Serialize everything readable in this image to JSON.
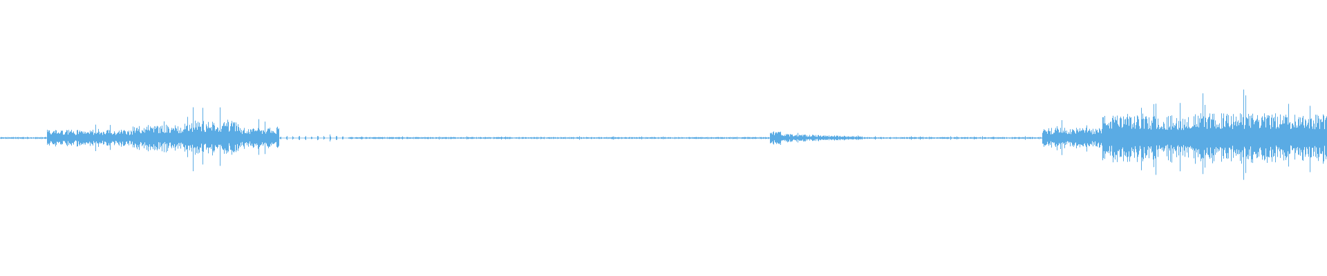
{
  "waveform": {
    "color": "#5aabe4",
    "background": "#ffffff",
    "segments": [
      {
        "from": 0.0,
        "to": 0.035,
        "level": 0.04,
        "kind": "quiet"
      },
      {
        "from": 0.035,
        "to": 0.1,
        "level": 0.2,
        "kind": "noise"
      },
      {
        "from": 0.1,
        "to": 0.14,
        "level": 0.32,
        "kind": "noise"
      },
      {
        "from": 0.14,
        "to": 0.18,
        "level": 0.42,
        "kind": "noise"
      },
      {
        "from": 0.18,
        "to": 0.21,
        "level": 0.25,
        "kind": "noise"
      },
      {
        "from": 0.21,
        "to": 0.262,
        "level": 0.05,
        "kind": "dotted"
      },
      {
        "from": 0.262,
        "to": 0.58,
        "level": 0.04,
        "kind": "quiet"
      },
      {
        "from": 0.58,
        "to": 0.59,
        "level": 0.2,
        "kind": "burst"
      },
      {
        "from": 0.59,
        "to": 0.65,
        "level": 0.1,
        "kind": "decay"
      },
      {
        "from": 0.65,
        "to": 0.785,
        "level": 0.04,
        "kind": "quiet"
      },
      {
        "from": 0.785,
        "to": 0.83,
        "level": 0.25,
        "kind": "noise"
      },
      {
        "from": 0.83,
        "to": 0.9,
        "level": 0.55,
        "kind": "noise"
      },
      {
        "from": 0.9,
        "to": 1.0,
        "level": 0.6,
        "kind": "noise"
      }
    ]
  }
}
